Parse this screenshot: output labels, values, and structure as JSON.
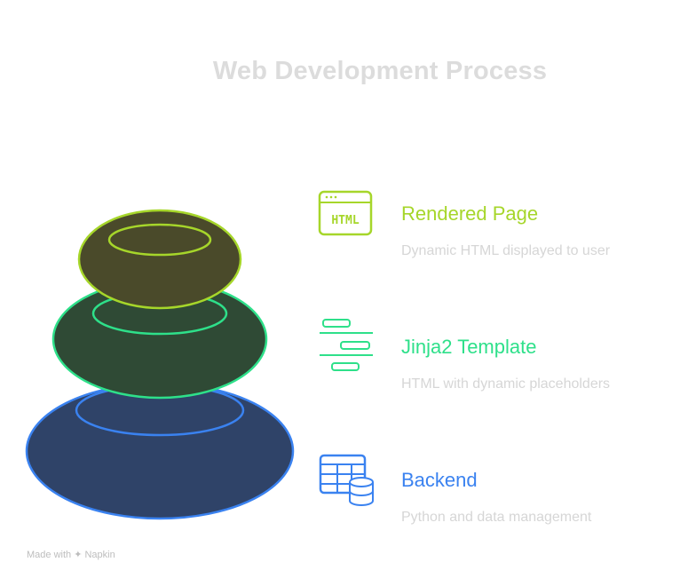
{
  "title": "Web Development Process",
  "layers": [
    {
      "label": "Rendered Page",
      "description": "Dynamic HTML displayed to user",
      "icon": "html-page-icon",
      "icon_text": "HTML",
      "color": "#a6d62a",
      "fill": "#4a4a2a"
    },
    {
      "label": "Jinja2 Template",
      "description": "HTML with dynamic placeholders",
      "icon": "template-layout-icon",
      "color": "#2ee08a",
      "fill": "#2f4a35"
    },
    {
      "label": "Backend",
      "description": "Python and data management",
      "icon": "database-table-icon",
      "color": "#3a82f0",
      "fill": "#2f4368"
    }
  ],
  "footer": {
    "text": "Made with",
    "brand": "Napkin"
  }
}
